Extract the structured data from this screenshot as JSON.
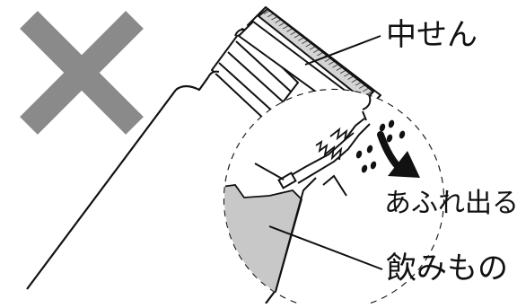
{
  "labels": {
    "stopper": "中せん",
    "overflow": "あふれ出る",
    "drink": "飲みもの"
  },
  "colors": {
    "cross": "#8a8a8a",
    "liquid": "#c8c8c8",
    "line": "#111111",
    "cap_band": "#d4d4d4"
  },
  "icons": {
    "cross": "x-mark-icon",
    "arrow": "curved-arrow-icon"
  }
}
